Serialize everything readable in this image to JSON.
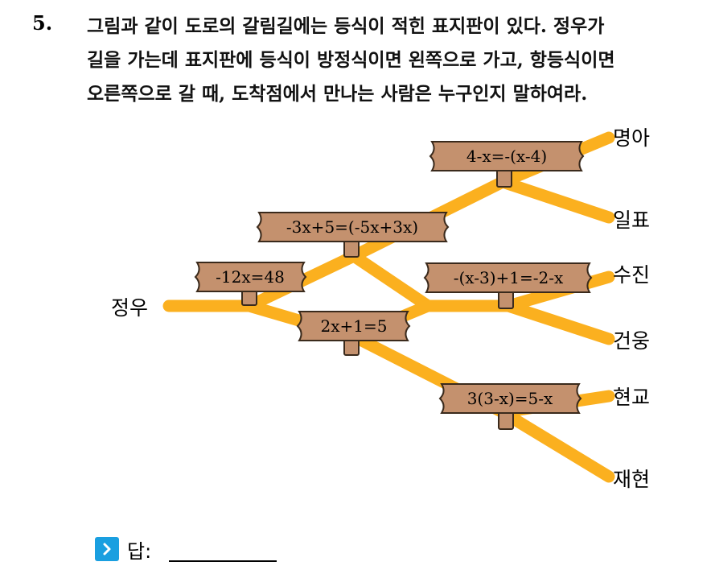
{
  "question": {
    "number": "5.",
    "lines": [
      "그림과 같이 도로의 갈림길에는 등식이 적힌 표지판이 있다. 정우가",
      "길을 가는데 표지판에 등식이 방정식이면 왼쪽으로 가고, 항등식이면",
      "오른쪽으로 갈 때, 도착점에서 만나는 사람은 누구인지 말하여라."
    ]
  },
  "diagram": {
    "start": "정우",
    "endpoints": [
      "명아",
      "일표",
      "수진",
      "건웅",
      "현교",
      "재현"
    ],
    "signs": [
      "-12x=48",
      "-3x+5=(-5x+3x)",
      "4-x=-(x-4)",
      "2x+1=5",
      "-(x-3)+1=-2-x",
      "3(3-x)=5-x"
    ],
    "colors": {
      "road": "#fbb01f",
      "sign": "#c4916e",
      "sign_border": "#3a2a1c"
    }
  },
  "answer": {
    "label": "답:",
    "icon": "chevron-right-icon",
    "value": ""
  }
}
